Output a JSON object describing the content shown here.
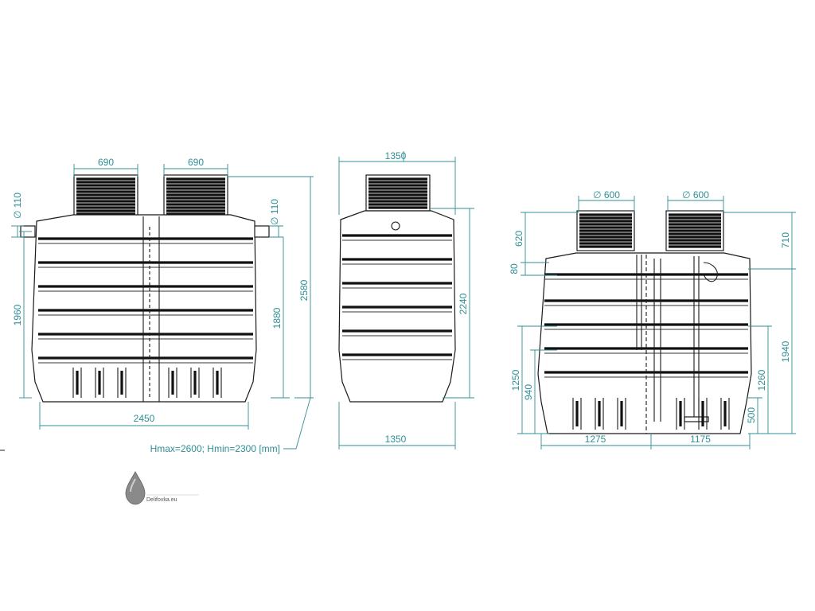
{
  "front_view": {
    "opening_left": "690",
    "opening_right": "690",
    "pipe_left": "∅ 110",
    "pipe_right": "∅ 110",
    "height_inlet": "1960",
    "height_outlet": "1880",
    "height_total": "2580",
    "width": "2450",
    "note": "Hmax=2600; Hmin=2300 [mm]"
  },
  "side_view": {
    "width_top": "1350",
    "height": "2240",
    "width_bottom": "1350"
  },
  "section_view": {
    "opening_left": "∅ 600",
    "opening_right": "∅ 600",
    "depth_neck": "620",
    "depth_pipe": "80",
    "height_mid": "1250",
    "height_low": "940",
    "height_right_top": "710",
    "height_right_total": "1940",
    "height_right_mid": "1260",
    "height_right_low": "500",
    "width_left": "1275",
    "width_right": "1175"
  },
  "logo": {
    "text": "Delifovka.eu"
  }
}
